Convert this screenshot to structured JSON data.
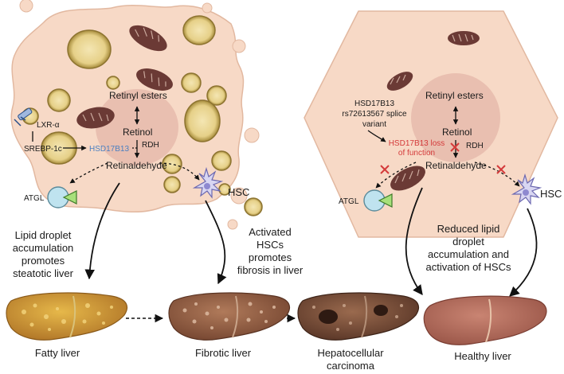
{
  "left_cell": {
    "retinyl_esters": "Retinyl esters",
    "retinol": "Retinol",
    "rdh": "RDH",
    "retinaldehyde": "Retinaldehyde",
    "lxr": "LXR-α",
    "srebp": "SREBP-1c",
    "hsd": "HSD17B13",
    "atgl": "ATGL",
    "hsc": "HSC"
  },
  "right_cell": {
    "variant_line1": "HSD17B13",
    "variant_line2": "rs72613567 splice",
    "variant_line3": "variant",
    "retinyl_esters": "Retinyl esters",
    "retinol": "Retinol",
    "loss_line1": "HSD17B13 loss",
    "loss_line2": "of function",
    "rdh": "RDH",
    "retinaldehyde": "Retinaldehyde",
    "atgl": "ATGL",
    "hsc": "HSC"
  },
  "captions": {
    "lipid_droplet": [
      "Lipid droplet",
      "accumulation",
      "promotes",
      "steatotic liver"
    ],
    "activated_hscs": [
      "Activated",
      "HSCs",
      "promotes",
      "fibrosis in liver"
    ],
    "reduced": [
      "Reduced lipid",
      "droplet",
      "accumulation and",
      "activation of HSCs"
    ]
  },
  "livers": {
    "fatty": "Fatty liver",
    "fibrotic": "Fibrotic liver",
    "hcc_line1": "Hepatocellular",
    "hcc_line2": "carcinoma",
    "healthy": "Healthy liver"
  },
  "colors": {
    "cell_fill": "#f7d9c6",
    "cell_stroke": "#e2b8a0",
    "nucleus": "#e9bfb0",
    "hsd_blue": "#4a7fc1",
    "loss_red": "#d43a3a",
    "mito": "#6b3a35",
    "droplet": "#e8d58f",
    "atgl_fill": "#bfe3ef",
    "hsc_fill": "#d8d6f2"
  }
}
